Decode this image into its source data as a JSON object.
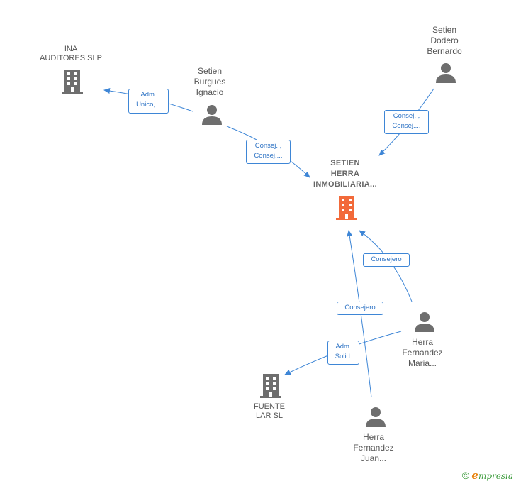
{
  "colors": {
    "edge": "#3e86d6",
    "person_icon": "#6e6e6e",
    "company_icon": "#6e6e6e",
    "focus_icon": "#f26a3a"
  },
  "nodes": {
    "ina": {
      "label": "INA\nAUDITORES SLP"
    },
    "setien_burgues": {
      "label": "Setien\nBurgues\nIgnacio"
    },
    "setien_dodero": {
      "label": "Setien\nDodero\nBernardo"
    },
    "setien_herra": {
      "label": "SETIEN\nHERRA\nINMOBILIARIA..."
    },
    "herra_maria": {
      "label": "Herra\nFernandez\nMaria..."
    },
    "fuente_lar": {
      "label": "FUENTE\nLAR  SL"
    },
    "herra_juan": {
      "label": "Herra\nFernandez\nJuan..."
    }
  },
  "edges": {
    "burgues_ina": {
      "label": "Adm.\nUnico,..."
    },
    "burgues_herra": {
      "label": "Consej. ,\nConsej...."
    },
    "dodero_herra": {
      "label": "Consej. ,\nConsej...."
    },
    "maria_herra": {
      "label": "Consejero"
    },
    "juan_herra": {
      "label": "Consejero"
    },
    "maria_fuente": {
      "label": "Adm.\nSolid."
    }
  },
  "footer": {
    "symbol": "©",
    "brand_first": "e",
    "brand_rest": "mpresia"
  }
}
